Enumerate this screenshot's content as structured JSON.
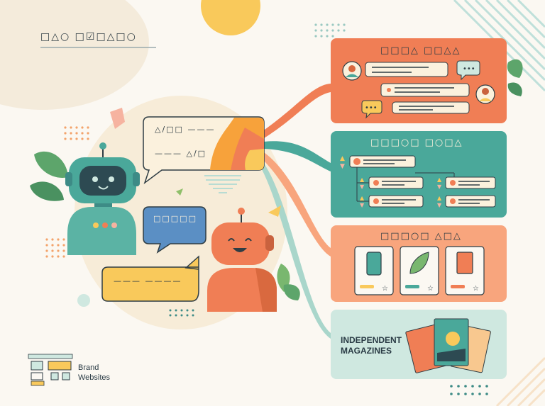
{
  "header": {
    "glyph_title": "□△○ □☑□△□○"
  },
  "left": {
    "bubble_top_glyphs": "△/□□ ———",
    "bubble_top_glyphs2": "——— △/□",
    "bubble_blue_glyphs": "□□□□□",
    "bubble_yellow_glyphs": "——— ————"
  },
  "panels": {
    "social": {
      "glyph_title": "□□□△ □□△△"
    },
    "tree": {
      "glyph_title": "□□□○□ □○□△"
    },
    "products": {
      "glyph_title": "□□□○□ △□△"
    },
    "magazines": {
      "title_line1": "INDEPENDENT",
      "title_line2": "MAGAZINES"
    }
  },
  "brand": {
    "line1": "Brand",
    "line2": "Websites"
  },
  "colors": {
    "orange": "#f07e55",
    "teal": "#4aa89a",
    "peach": "#f8a57d",
    "mint": "#cfe8e0",
    "yellow": "#f9c95b",
    "blue": "#5b8fc4",
    "cream": "#fbf1dd",
    "dark": "#2a3b45"
  }
}
